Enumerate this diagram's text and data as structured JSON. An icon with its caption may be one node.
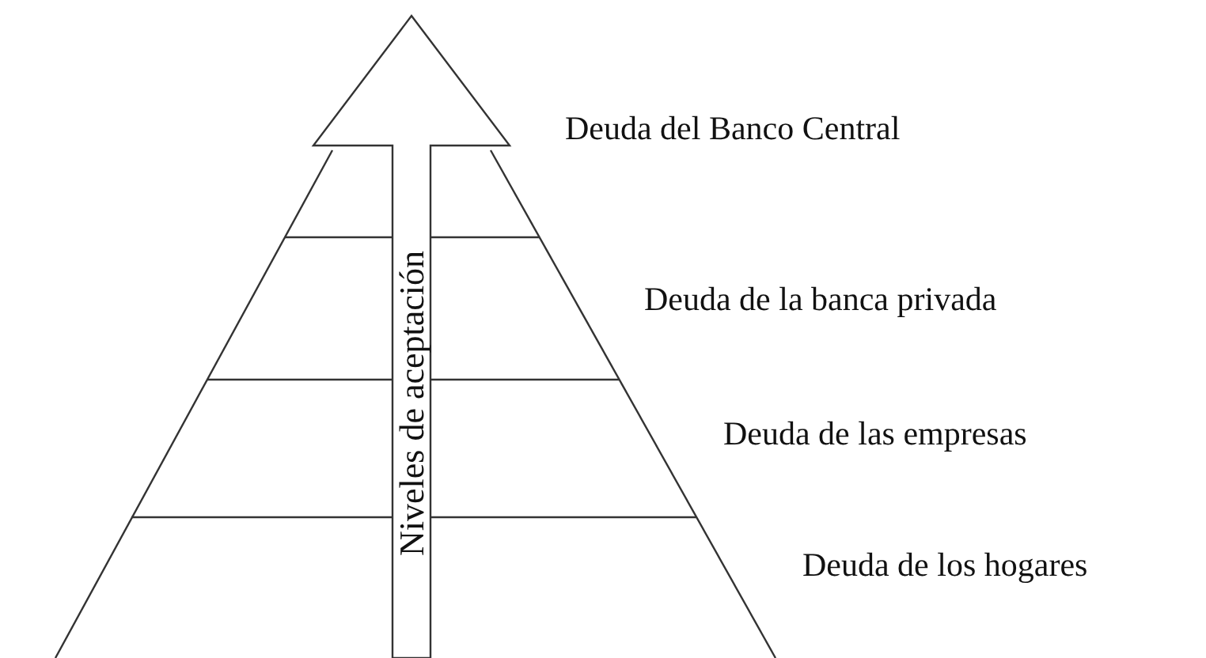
{
  "diagram": {
    "labels": [
      "Niveles de aceptación",
      "Deuda del Banco Central",
      "Deuda de la banca privada",
      "Deuda de las empresas",
      "Deuda de los hogares"
    ]
  }
}
